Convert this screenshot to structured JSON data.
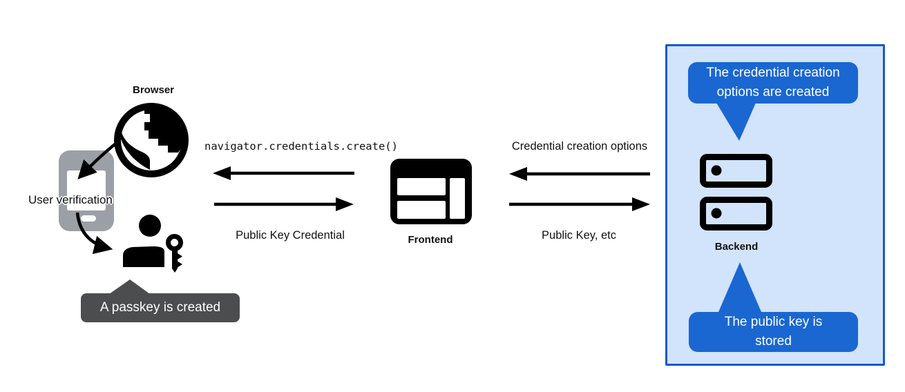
{
  "actors": {
    "browser": {
      "label": "Browser",
      "icon": "globe-icon"
    },
    "user_verification": {
      "label": "User verification",
      "icon": "smartphone-icon"
    },
    "passkey_user": {
      "icon": "person-key-icon"
    },
    "frontend": {
      "label": "Frontend",
      "icon": "browser-window-icon"
    },
    "backend": {
      "label": "Backend",
      "icon": "server-stack-icon"
    }
  },
  "messages": {
    "create_call": "navigator.credentials.create()",
    "public_key_credential": "Public Key Credential",
    "credential_creation_options": "Credential creation options",
    "public_key_etc": "Public Key, etc"
  },
  "tooltips": {
    "passkey_created": "A passkey is created",
    "options_created": "The credential creation\noptions are created",
    "public_key_stored": "The public key is\nstored"
  },
  "colors": {
    "tooltip_blue": "#1a67d2",
    "panel_fill": "#d2e3fc",
    "panel_border": "#1458cd",
    "tooltip_gray": "#4c4d4f",
    "phone_gray": "#9aa0a6",
    "icon_black": "#000000",
    "background": "#ffffff"
  }
}
